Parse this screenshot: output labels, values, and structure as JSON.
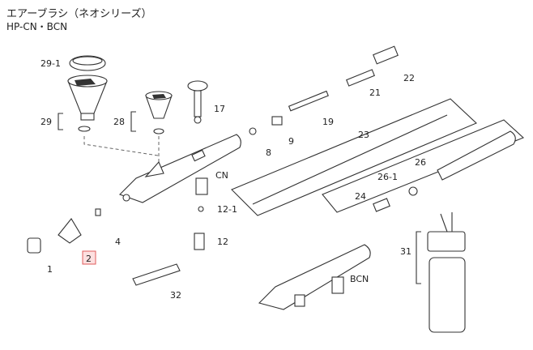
{
  "header": {
    "title": "エアーブラシ（ネオシリーズ）",
    "subtitle": "HP-CN・BCN"
  },
  "callouts": {
    "p1": "1",
    "p2": "2",
    "p4": "4",
    "p8": "8",
    "p9": "9",
    "p12": "12",
    "p12_1": "12-1",
    "p17": "17",
    "p19": "19",
    "p21": "21",
    "p22": "22",
    "p23": "23",
    "p24": "24",
    "p26": "26",
    "p26_1": "26-1",
    "p28": "28",
    "p29": "29",
    "p29_1": "29-1",
    "p31": "31",
    "p32": "32"
  },
  "model_labels": {
    "cn": "CN",
    "bcn": "BCN"
  },
  "highlighted_part": "2",
  "colors": {
    "highlight_fill": "#fde0e0",
    "highlight_border": "#e05c5c"
  }
}
